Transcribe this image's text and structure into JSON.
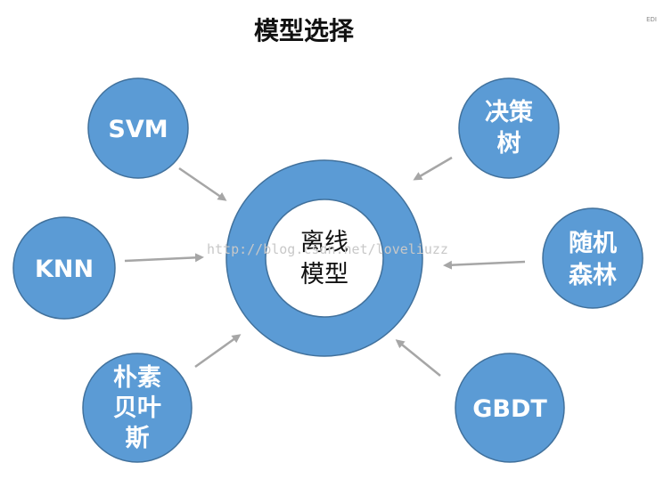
{
  "title": "模型选择",
  "corner_text": "EDI",
  "center": {
    "lines": [
      "离线",
      "模型"
    ]
  },
  "watermark": "http://blog.csdn.net/loveliuzz",
  "nodes": [
    {
      "id": "svm",
      "lines": [
        "SVM"
      ]
    },
    {
      "id": "knn",
      "lines": [
        "KNN"
      ]
    },
    {
      "id": "naive-bayes",
      "lines": [
        "朴素",
        "贝叶",
        "斯"
      ]
    },
    {
      "id": "decision-tree",
      "lines": [
        "决策",
        "树"
      ]
    },
    {
      "id": "random-forest",
      "lines": [
        "随机",
        "森林"
      ]
    },
    {
      "id": "gbdt",
      "lines": [
        "GBDT"
      ]
    }
  ],
  "colors": {
    "node_fill": "#5b9bd5",
    "node_stroke": "#41719c",
    "arrow": "#a6a6a6",
    "node_text": "#ffffff"
  }
}
